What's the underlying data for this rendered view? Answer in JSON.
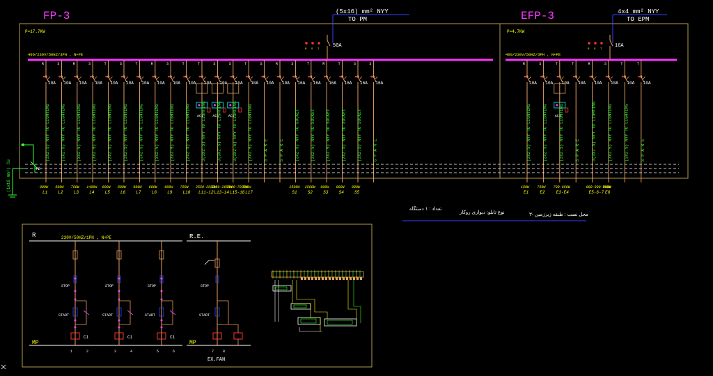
{
  "colors": {
    "frame": "#b39b4d",
    "bus": "#ff33ff",
    "circuit": "#e8a060",
    "text_green": "#33ff33",
    "text_yellow": "#ffff00",
    "text_magenta": "#ff44ff",
    "title_magenta": "#ff3cff",
    "cyan": "#00ffff",
    "white": "#ffffff",
    "blue": "#3344ff",
    "red": "#ff3333"
  },
  "panels": {
    "fp3": {
      "title": "FP-3",
      "power": "P=17.7KW",
      "bus_label": "400/230V/50HZ/3PH , N+PE",
      "feeder_cable": "(5x16) mm² NYY",
      "feeder_to": "TO PM",
      "main_breaker": "50A",
      "circuits": [
        {
          "phase": "R",
          "rating": "10A",
          "cable": "(3x2.5) NYY",
          "desc": "TO LIGHTING",
          "load": "900W",
          "id": "L1"
        },
        {
          "phase": "S",
          "rating": "10A",
          "cable": "(3x2.5) NYY",
          "desc": "TO LIGHTING",
          "load": "500W",
          "id": "L2"
        },
        {
          "phase": "R",
          "rating": "10A",
          "cable": "(3x2.5) NYY",
          "desc": "TO LIGHTING",
          "load": "750W",
          "id": "L3"
        },
        {
          "phase": "S",
          "rating": "10A",
          "cable": "(3x2.5) NYY",
          "desc": "TO LIGHTING",
          "load": "1400W",
          "id": "L4"
        },
        {
          "phase": "T",
          "rating": "10A",
          "cable": "(3x2.5) NYY",
          "desc": "TO LIGHTING",
          "load": "600W",
          "id": "L5"
        },
        {
          "phase": "S",
          "rating": "10A",
          "cable": "(3x2.5) NYY",
          "desc": "TO LIGHTING",
          "load": "600W",
          "id": "L6"
        },
        {
          "phase": "T",
          "rating": "10A",
          "cable": "(3x2.5) NYY",
          "desc": "TO LIGHTING",
          "load": "600W",
          "id": "L7"
        },
        {
          "phase": "R",
          "rating": "10A",
          "cable": "(3x2.5) NYY",
          "desc": "TO LIGHTING",
          "load": "600W",
          "id": "L8"
        },
        {
          "phase": "S",
          "rating": "10A",
          "cable": "(3x2.5) NYY",
          "desc": "TO LIGHTING",
          "load": "600W",
          "id": "L9"
        },
        {
          "phase": "T",
          "rating": "10A",
          "cable": "(3x2.5) NYY",
          "desc": "TO LIGHTING",
          "load": "750W",
          "id": "L10"
        },
        {
          "phase": "T",
          "rating": "10A",
          "cable": "3(3x2.5) NYY",
          "desc": "TO LIGHTING",
          "load": "2550-2550W",
          "id": "L11-12",
          "contactor": "AC1"
        },
        {
          "phase": "S",
          "rating": "10A",
          "cable": "3(3x2.5) NYY",
          "desc": "TO LIGHTING",
          "load": "2650-2650W",
          "id": "L13-14",
          "contactor": "AC1"
        },
        {
          "phase": "S",
          "rating": "10A",
          "cable": "3(3x2.5) NYY",
          "desc": "TO LIGHTING",
          "load": "7000-7000W",
          "id": "L15-16",
          "contactor": "AC1"
        },
        {
          "phase": "T",
          "rating": "10A",
          "cable": "(3x2.5) NYY",
          "desc": "TO LIGHTING",
          "load": "700W",
          "id": "L17"
        },
        {
          "phase": "S",
          "rating": "10A",
          "cable": "",
          "desc": "S P A R E",
          "load": "",
          "id": ""
        },
        {
          "phase": "R",
          "rating": "10A",
          "cable": "",
          "desc": "S P A R E",
          "load": "",
          "id": ""
        },
        {
          "phase": "S",
          "rating": "16A",
          "cable": "(3x2.5) NYY",
          "desc": "TO SOCKET",
          "load": "2500W",
          "id": "S1"
        },
        {
          "phase": "T",
          "rating": "16A",
          "cable": "(3x2.5) NYY",
          "desc": "TO SOCKET",
          "load": "2500W",
          "id": "S2"
        },
        {
          "phase": "R",
          "rating": "16A",
          "cable": "(3x2.5) NYY",
          "desc": "TO SOCKET",
          "load": "900W",
          "id": "S3"
        },
        {
          "phase": "T",
          "rating": "16A",
          "cable": "(3x2.5) NYY",
          "desc": "TO SOCKET",
          "load": "900W",
          "id": "S4"
        },
        {
          "phase": "S",
          "rating": "16A",
          "cable": "(3x2.5) NYY",
          "desc": "TO SOCKET",
          "load": "900W",
          "id": "S5"
        },
        {
          "phase": "S",
          "rating": "16A",
          "cable": "",
          "desc": "S P A R E",
          "load": "",
          "id": ""
        }
      ]
    },
    "efp3": {
      "title": "EFP-3",
      "power": "P=4.7KW",
      "bus_label": "400/230V/50HZ/3PH , N+PE",
      "feeder_cable": "4x4 mm² NYY",
      "feeder_to": "TO EPM",
      "main_breaker": "16A",
      "circuits": [
        {
          "phase": "R",
          "rating": "10A",
          "cable": "(3x2.5) NYY",
          "desc": "TO LIGHTING",
          "load": "150W",
          "id": "E1"
        },
        {
          "phase": "S",
          "rating": "10A",
          "cable": "(3x2.5) NYY",
          "desc": "TO LIGHTING",
          "load": "750W",
          "id": "E2"
        },
        {
          "phase": "T",
          "rating": "10A",
          "cable": "(3x2.5) NYY",
          "desc": "TO LIGHTING",
          "load": "700-650W",
          "id": "E3-E4",
          "contactor": "AC1"
        },
        {
          "phase": "T",
          "rating": "10A",
          "cable": "",
          "desc": "S P A R E",
          "load": "",
          "id": ""
        },
        {
          "phase": "R",
          "rating": "10A",
          "cable": "3(3x2.5) NYY",
          "desc": "TO LIGHTING",
          "load": "900-900-900W",
          "id": "E5-6-7"
        },
        {
          "phase": "S",
          "rating": "10A",
          "cable": "(3x2.5) NYY",
          "desc": "TO LIGHTING",
          "load": "750W",
          "id": "E8"
        },
        {
          "phase": "T",
          "rating": "10A",
          "cable": "(3x2.5) NYY",
          "desc": "TO LIGHTING",
          "load": "",
          "id": ""
        },
        {
          "phase": "T",
          "rating": "10A",
          "cable": "",
          "desc": "S P A R E",
          "load": "",
          "id": ""
        }
      ]
    }
  },
  "earth_label": "(1x16 mm²) Cu",
  "pe_label": "PE",
  "notes": {
    "count": "تعداد : ۱ دستگاه",
    "type": "نوع تابلو: دیواری روکار",
    "location": "محل نصب : طبقه زیرزمین -۳"
  },
  "control": {
    "r_label": "R",
    "bus_label": "230V/50HZ/1PH , N+PE",
    "mp_label": "MP",
    "re_label": "R.E.",
    "fan_label": "EX.FAN",
    "stop": "STOP",
    "start": "START",
    "contactor": "C1",
    "terminal_labels": [
      [
        "1",
        "2"
      ],
      [
        "3",
        "4"
      ],
      [
        "5",
        "6"
      ]
    ],
    "fan_terminals": [
      "7",
      "8"
    ]
  }
}
